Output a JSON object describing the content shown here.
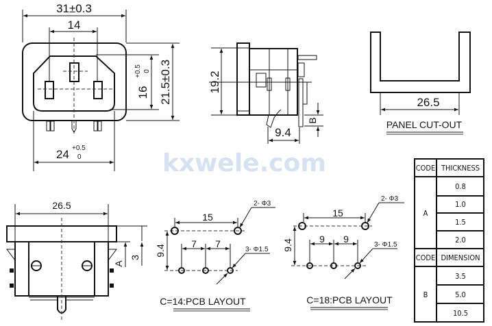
{
  "watermark": "kxwele.com",
  "front_view": {
    "overall_width": "31±0.3",
    "pin_spacing": "14",
    "inner_height": "16",
    "inner_height_tol_plus": "+0.5",
    "inner_height_tol_minus": "0",
    "overall_height": "21.5±0.3",
    "inner_width": "24",
    "inner_width_tol_plus": "+0.5",
    "inner_width_tol_minus": "0"
  },
  "side_view": {
    "height": "19.2",
    "depth": "9.4",
    "b_label": "B"
  },
  "panel_cutout": {
    "width": "26.5",
    "title": "PANEL CUT-OUT"
  },
  "bottom_view": {
    "width": "26.5",
    "a_label": "A",
    "height": "3"
  },
  "pcb_c14": {
    "big_spacing": "15",
    "small_spacing_1": "7",
    "small_spacing_2": "7",
    "row_spacing": "9.4",
    "big_hole_label": "2- Φ3",
    "small_hole_label": "3- Φ1.5",
    "title": "C=14:PCB LAYOUT"
  },
  "pcb_c18": {
    "big_spacing": "15",
    "small_spacing_1": "9",
    "small_spacing_2": "9",
    "row_spacing": "9.4",
    "big_hole_label": "2- Φ3",
    "small_hole_label": "3- Φ1.5",
    "title": "C=18:PCB LAYOUT"
  },
  "table": {
    "thickness_header": {
      "code": "CODE",
      "label": "THICKNESS"
    },
    "thickness_code": "A",
    "thickness_values": [
      "0.8",
      "1.0",
      "1.5",
      "2.0"
    ],
    "dimension_header": {
      "code": "CODE",
      "label": "DIMENSION"
    },
    "dimension_code": "B",
    "dimension_values": [
      "3.5",
      "5.0",
      "10.5"
    ]
  }
}
